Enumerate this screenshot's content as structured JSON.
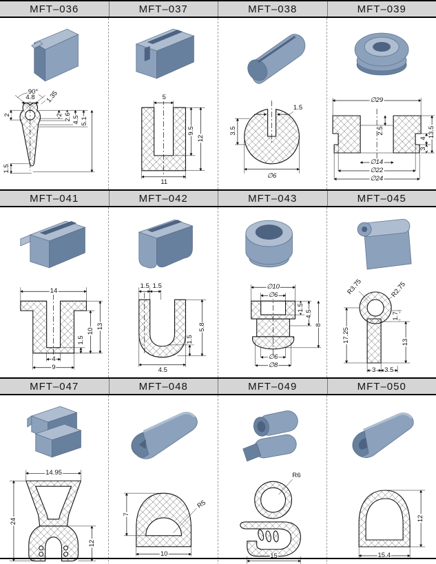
{
  "colors": {
    "header_bg": "#d5d5d5",
    "drawing_line": "#111111",
    "render_blue_light": "#aebdd0",
    "render_blue": "#8ca1bb",
    "render_blue_dark": "#67809e"
  },
  "cells": [
    {
      "label": "MFT–036",
      "dims": [
        "90°",
        "4.8",
        "1.35",
        "2",
        "2",
        "2.6",
        "4.5",
        "5.1",
        "1.5"
      ]
    },
    {
      "label": "MFT–037",
      "dims": [
        "5",
        "9.5",
        "12",
        "11"
      ]
    },
    {
      "label": "MFT–038",
      "dims": [
        "1.5",
        "3.5",
        "∅6"
      ]
    },
    {
      "label": "MFT–039",
      "dims": [
        "∅29",
        "2.5",
        "13.5",
        "4",
        "3",
        "∅14",
        "∅22",
        "∅24"
      ]
    },
    {
      "label": "MFT–041",
      "dims": [
        "14",
        "1.5",
        "10",
        "13",
        "4",
        "9"
      ]
    },
    {
      "label": "MFT–042",
      "dims": [
        "1.5",
        "1.5",
        "5.8",
        "1.5",
        "4.5"
      ]
    },
    {
      "label": "MFT–043",
      "dims": [
        "∅10",
        "∅6",
        "1.5",
        "4.5",
        "8",
        "∅6",
        "∅8"
      ]
    },
    {
      "label": "MFT–045",
      "dims": [
        "R3.75",
        "R2.75",
        "1.7",
        "13",
        "17.25",
        "3",
        "3.5"
      ]
    },
    {
      "label": "MFT–047",
      "dims": [
        "14.95",
        "24",
        "12"
      ]
    },
    {
      "label": "MFT–048",
      "dims": [
        "7",
        "R5",
        "10"
      ]
    },
    {
      "label": "MFT–049",
      "dims": [
        "R6",
        "15"
      ]
    },
    {
      "label": "MFT–050",
      "dims": [
        "12",
        "15.4"
      ]
    }
  ]
}
